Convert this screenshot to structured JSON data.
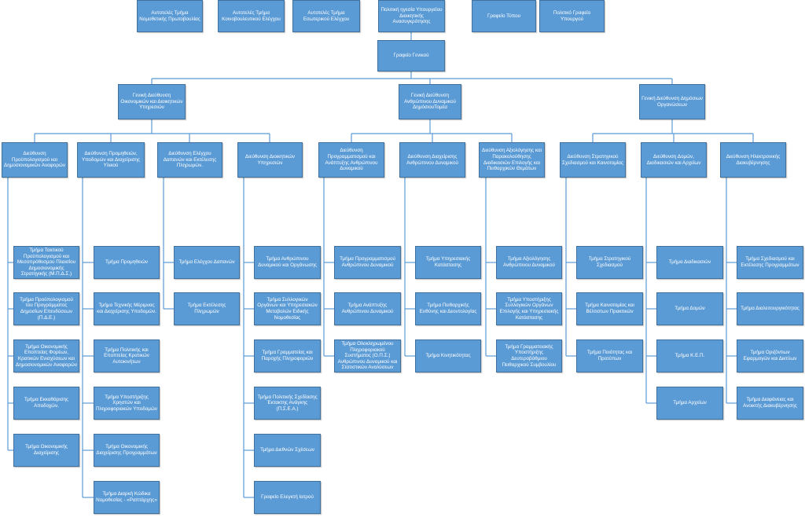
{
  "units": {
    "top1": "Αυτοτελές Τμήμα Νομοθετικής Πρωτοβουλίας",
    "top2": "Αυτοτελές Τμήμα Κοινοβουλευτικού Ελέγχου",
    "top3": "Αυτοτελές Τμήμα Εσωτερικού Ελέγχου",
    "leadership": "Πολιτική ηγεσία Υπουργείου Διοικητικής Ανασυγκρότησης",
    "press": "Γραφείο Τύπου",
    "political": "Πολιτικό Γραφείο Υπουργού",
    "gen_office": "Γραφείο Γενικού",
    "gd1": "Γενική Διεύθυνση Οικονομικών και Διοικητικών Υπηρεσιών",
    "gd2": "Γενική Διεύθυνση Ανθρώπινου Δυναμικού ΔημόσιουΤομέα",
    "gd3": "Γενική Διεύθυνση Δημόσιων Οργανώσεων",
    "d1": "Διεύθυνση Προϋπολογισμού και Δημοσιονομικών Αναφορών",
    "d2": "Διεύθυνση Προμηθειών, Υποδομών και Διαχείρισης Υλικού",
    "d3": "Διεύθυνση Ελέγχου Δαπανών και Εκτέλεσης Πληρωμών.",
    "d4": "Διεύθυνση Διοικητικών Υπηρεσιών",
    "d5": "Διεύθυνση Προγραμματισμού και Ανάπτυξης Ανθρώπινου Δυναμικού",
    "d6": "Διεύθυνση Διαχείρισης Ανθρώπινου Δυναμικού",
    "d7": "Διεύθυνση Αξιολόγησης και Παρακολούθησης Διαδικασιών Επιλογής και Πειθαρχικών Θεμάτων",
    "d8": "Διεύθυνση Στρατηγικού Σχεδιασμού και Καινοτομίας",
    "d9": "Διεύθυνση Δομών, Διαδικασιών και Αρχείων",
    "d10": "Διεύθυνση Ηλεκτρονικής Διακυβέρνησης",
    "d1s1": "Τμήμα Τακτικού Προϋπολογισμού και Μεσοπρόθεσμου Πλαισίου Δημοσιονομικής Στρατηγικής (Μ.Π.Δ.Σ.)",
    "d1s2": "Τμήμα Προϋπολογισμού του Προγράμματος Δημοσίων Επενδύσεων (Π.Δ.Ε.)",
    "d1s3": "Τμήμα Οικονομικής Εποπτείας Φορέων, Κρατικών Ενισχύσεων και Δημοσιονομικών Αναφορών",
    "d1s4": "Τμήμα Εκκαθάρισης Αποδοχών.",
    "d1s5": "Τμήμα Οικονομικής Διαχείρισης",
    "d2s1": "Τμήμα Προμηθειών",
    "d2s2": "Τμήμα Τεχνικής Μέριμνας και Διαχείρισης Υποδομών.",
    "d2s3": "Τμήμα Πολιτικής και Εποπτείας Κρατικών Αυτοκινήτων",
    "d2s4": "Τμήμα Υποστήριξης Χρηστών και Πληροφοριακών Υποδομών",
    "d2s5": "Τμήμα Οικονομικής Διαχείρισης Προγραμμάτων",
    "d2s6": "Τμήμα Διαρκή Κώδικα Νομοθεσίας - «Ραπτάρχης»",
    "d3s1": "Τμήμα Ελέγχου Δαπανών",
    "d3s2": "Τμήμα Εκτέλεσης Πληρωμών",
    "d4s1": "Τμήμα Ανθρώπινου Δυναμικού και Οργάνωσης",
    "d4s2": "Τμήμα Συλλογικών Οργάνων και Υπηρεσιακών Μεταβολών Ειδικής Νομοθεσίας",
    "d4s3": "Τμήμα Γραμματείας και Παροχής Πληροφοριών",
    "d4s4": "Τμήμα Πολιτικής Σχεδίασης Έκτακτης Ανάγκης (Π.Σ.Ε.Α.)",
    "d4s5": "Τμήμα Διεθνών Σχέσεων",
    "d4s6": "Γραφείο Ελεγκτή Ιατρού",
    "d5s1": "Τμήμα Προγραμματισμού Ανθρώπινου Δυναμικού",
    "d5s2": "Τμήμα Ανάπτυξης Ανθρώπινου Δυναμικού",
    "d5s3": "Τμήμα Ολοκληρωμένου Πληροφοριακού Συστήματος (Ο.Π.Σ.) Ανθρώπινου Δυναμικού και Στατιστικών Αναλύσεων",
    "d6s1": "Τμήμα Υπηρεσιακής Κατάστασης",
    "d6s2": "Τμήμα Πειθαρχικής Ευθύνης και Δεοντολογίας",
    "d6s3": "Τμήμα Κινητικότητας",
    "d7s1": "Τμήμα Αξιολόγησης Ανθρώπινου Δυναμικού",
    "d7s2": "Τμήμα Υποστήριξης Συλλογικών Οργάνων Επιλογής και Υπηρεσιακής Κατάστασης",
    "d7s3": "Τμήμα Γραμματειακής Υποστήριξης Δευτεροβάθμιου Πειθαρχικού Συμβουλίου",
    "d8s1": "Τμήμα Στρατηγικού Σχεδιασμού",
    "d8s2": "Τμήμα Καινοτομίας και Βέλτιστων Πρακτικών",
    "d8s3": "Τμήμα Ποιότητας και Προτύπων",
    "d9s1": "Τμήμα Διαδικασιών",
    "d9s2": "Τμήμα Δομών",
    "d9s3": "Τμήμα Κ.Ε.Π.",
    "d9s4": "Τμήμα Αρχείων",
    "d10s1": "Τμήμα Σχεδιασμού και Εκτέλεσης Προγραμμάτων",
    "d10s2": "Τμήμα Διαλειτουργικότητας",
    "d10s3": "Τμήμα Οριζόντιων Εφαρμογών και Δικτύων",
    "d10s4": "Τμήμα Διαφάνειας και Ανοικτής Διακυβέρνησης"
  },
  "colors": {
    "box_fill": "#5b9bd5",
    "box_border": "#41719c",
    "connector": "#5b9bd5",
    "text": "#ffffff"
  }
}
